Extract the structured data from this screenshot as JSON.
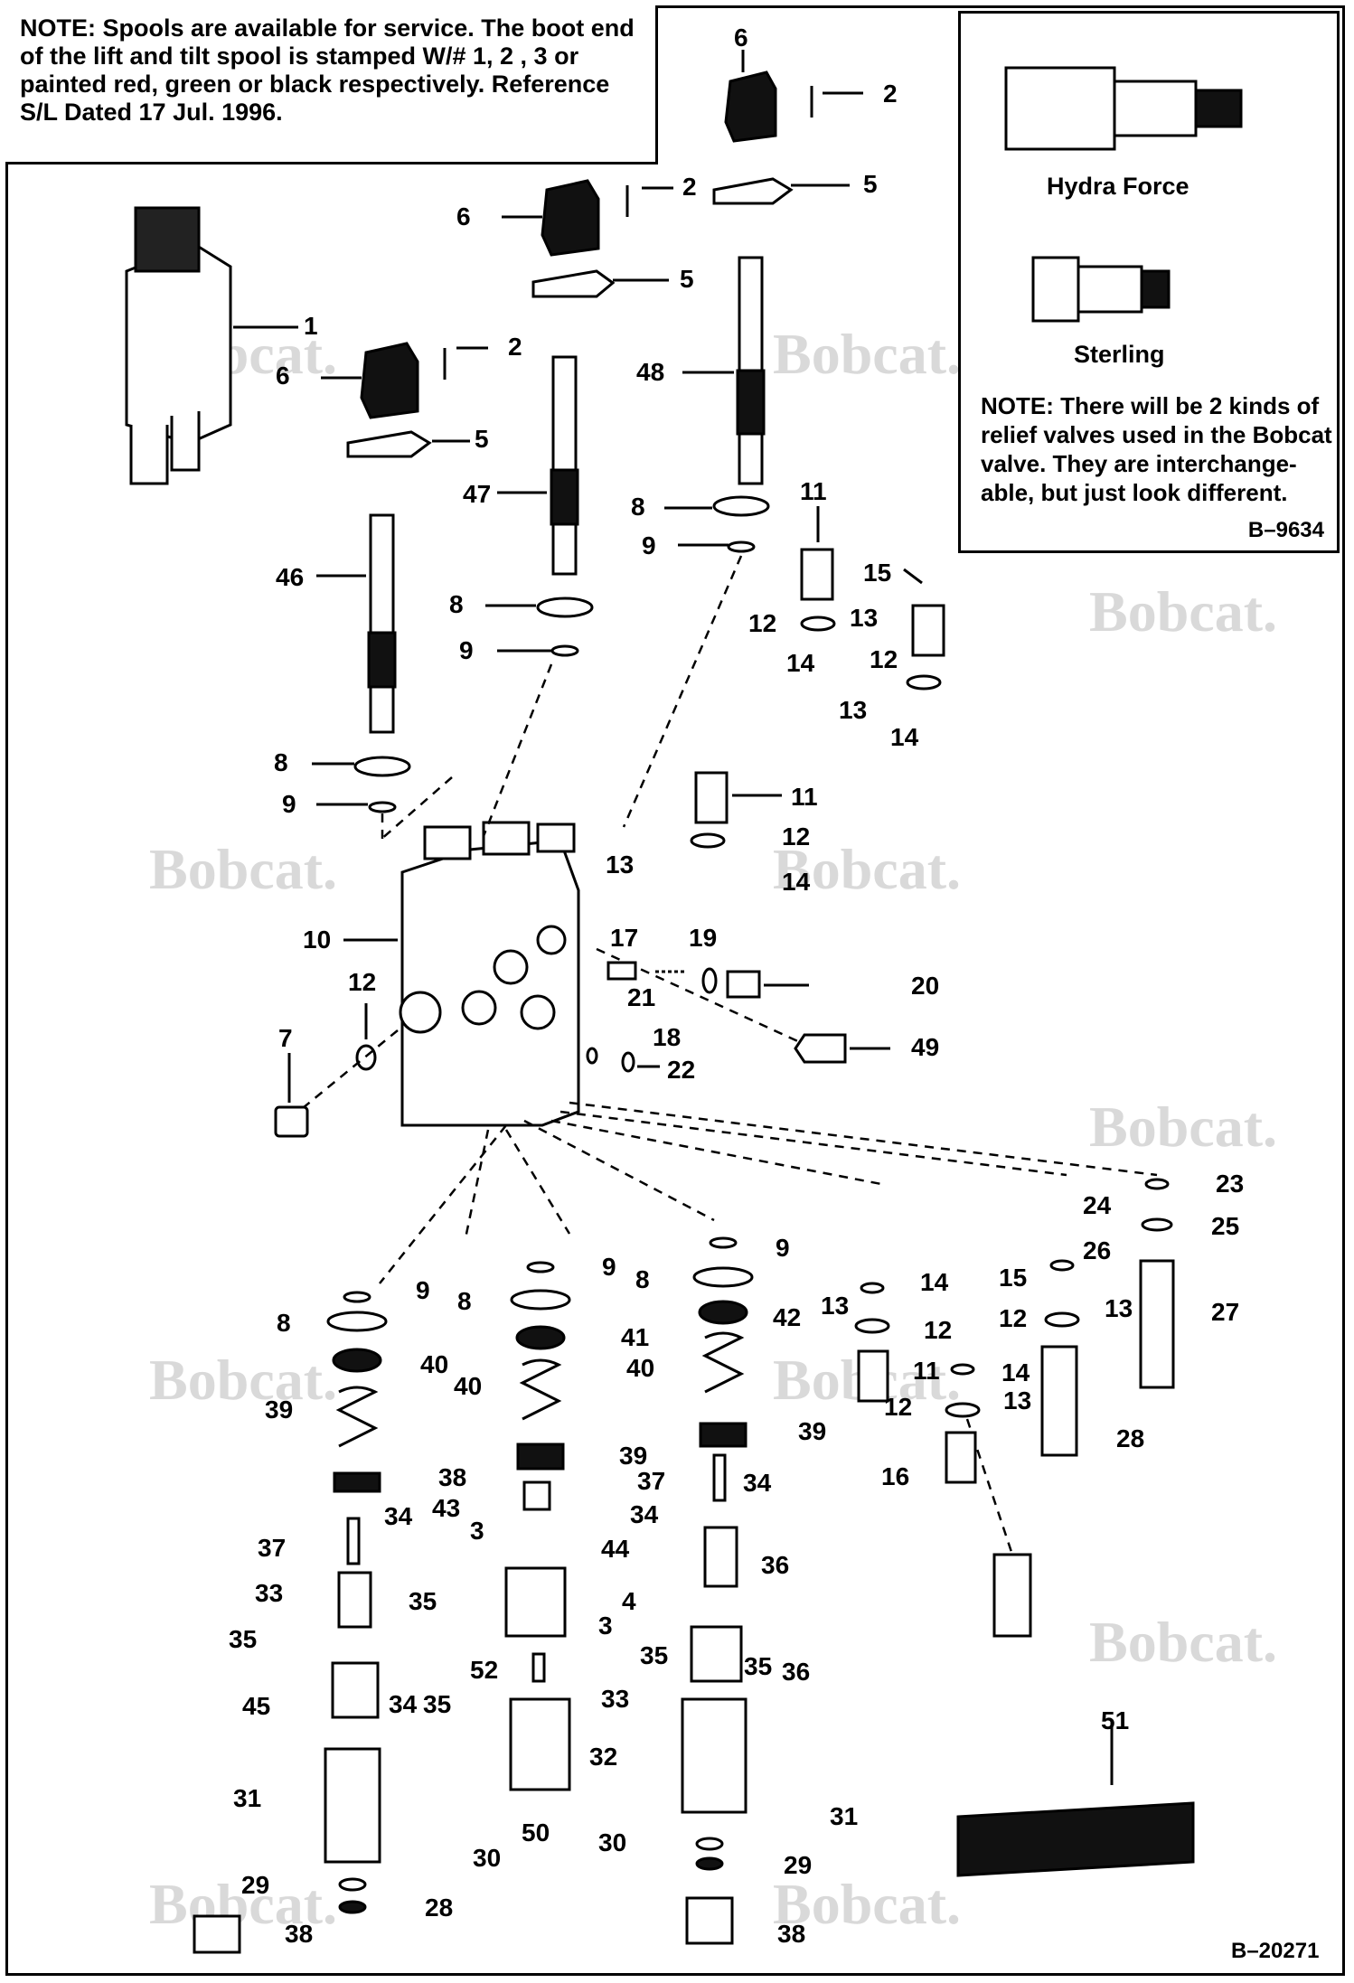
{
  "note_top": {
    "label": "NOTE:",
    "text": "Spools are available for service.  The boot end of the lift and tilt spool is stamped W/# 1, 2 , 3 or painted red, green or black respectively.  Reference S/L Dated 17 Jul. 1996."
  },
  "legend": {
    "valve_a": "Hydra Force",
    "valve_b": "Sterling",
    "note_label": "NOTE:",
    "note_text": "There will be 2 kinds of relief valves used in the Bobcat valve.  They are interchange-able, but just look different.",
    "ref": "B–9634"
  },
  "watermark": "Bobcat.",
  "figure_ref": "B–20271",
  "callouts": [
    "1",
    "2",
    "2",
    "2",
    "3",
    "3",
    "4",
    "5",
    "5",
    "5",
    "6",
    "6",
    "6",
    "7",
    "8",
    "8",
    "8",
    "8",
    "8",
    "8",
    "9",
    "9",
    "9",
    "9",
    "9",
    "9",
    "10",
    "11",
    "11",
    "11",
    "12",
    "12",
    "12",
    "12",
    "12",
    "12",
    "12",
    "13",
    "13",
    "13",
    "13",
    "13",
    "13",
    "14",
    "14",
    "14",
    "14",
    "14",
    "15",
    "15",
    "16",
    "17",
    "18",
    "19",
    "20",
    "21",
    "22",
    "23",
    "24",
    "25",
    "26",
    "27",
    "28",
    "28",
    "29",
    "29",
    "30",
    "30",
    "31",
    "31",
    "32",
    "33",
    "33",
    "34",
    "34",
    "34",
    "34",
    "35",
    "35",
    "35",
    "35",
    "35",
    "36",
    "36",
    "37",
    "37",
    "38",
    "38",
    "38",
    "39",
    "39",
    "39",
    "40",
    "40",
    "40",
    "41",
    "42",
    "43",
    "44",
    "45",
    "46",
    "47",
    "48",
    "49",
    "50",
    "51",
    "52"
  ],
  "colors": {
    "ink": "#000000",
    "paper": "#ffffff",
    "watermark": "#d9d9d9"
  }
}
